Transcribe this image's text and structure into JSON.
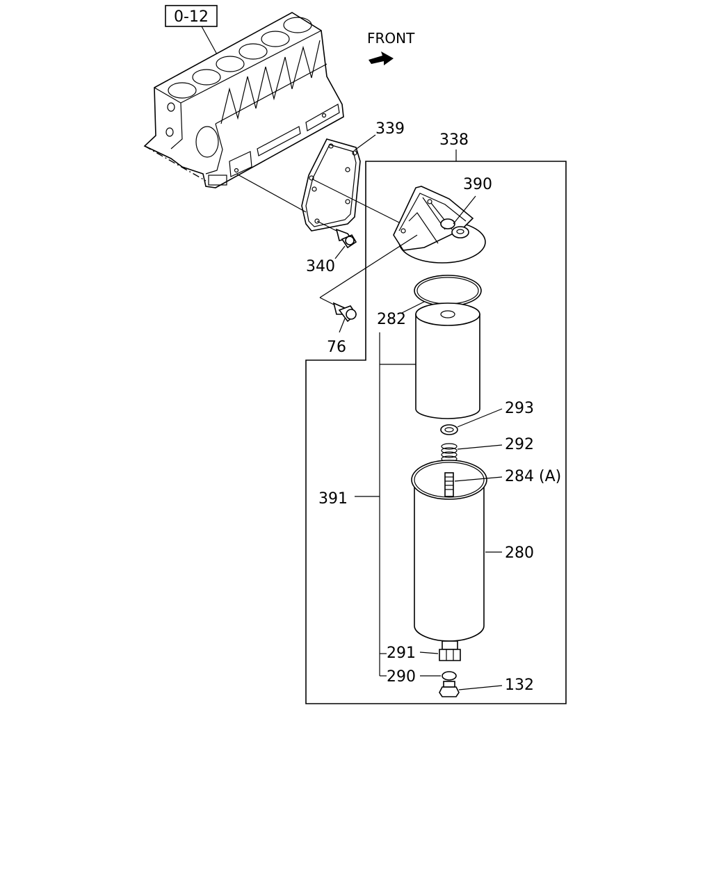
{
  "diagram": {
    "ref_box": "0-12",
    "direction_label": "FRONT",
    "parts": {
      "p339": "339",
      "p338": "338",
      "p390": "390",
      "p340": "340",
      "p282": "282",
      "p76": "76",
      "p293": "293",
      "p292": "292",
      "p284": "284 (A)",
      "p391": "391",
      "p280": "280",
      "p291": "291",
      "p290": "290",
      "p132": "132"
    }
  }
}
